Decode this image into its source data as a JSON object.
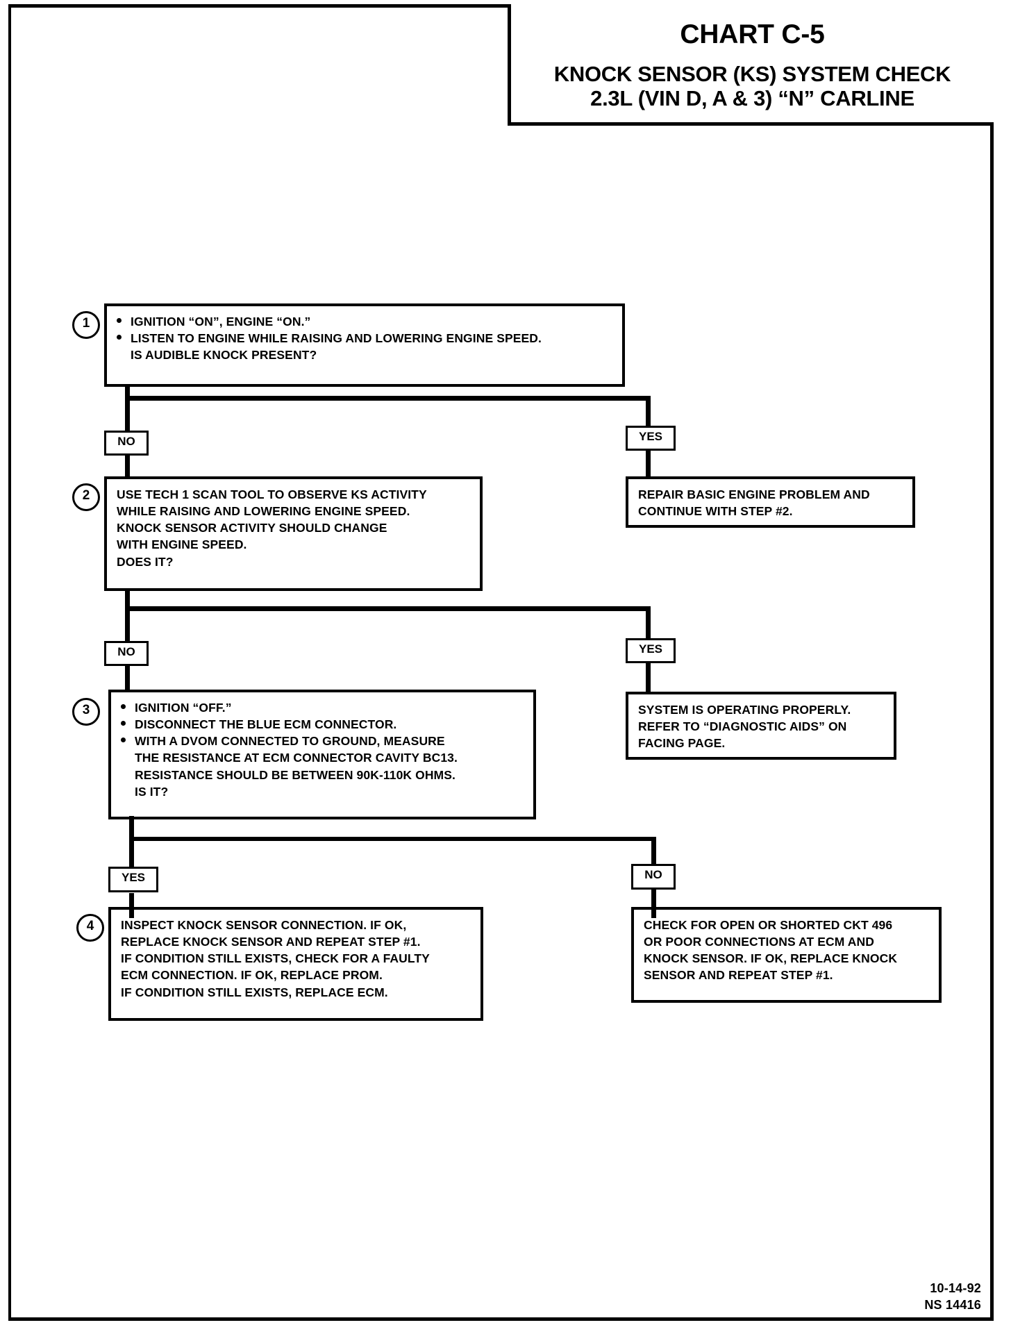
{
  "header": {
    "chart_number": "CHART C-5",
    "title_line1": "KNOCK SENSOR (KS) SYSTEM CHECK",
    "title_line2": "2.3L  (VIN D, A & 3)  “N”  CARLINE"
  },
  "footer": {
    "date": "10-14-92",
    "doc_id": "NS 14416"
  },
  "flow": {
    "step1": {
      "number": "1",
      "lines": [
        {
          "bullet": true,
          "text": "IGNITION “ON”, ENGINE “ON.”"
        },
        {
          "bullet": true,
          "text": "LISTEN TO ENGINE WHILE RAISING AND LOWERING ENGINE SPEED."
        },
        {
          "bullet": false,
          "text": "IS AUDIBLE KNOCK PRESENT?"
        }
      ]
    },
    "step2": {
      "number": "2",
      "lines": [
        {
          "bullet": false,
          "text": "USE TECH 1 SCAN TOOL TO OBSERVE KS ACTIVITY"
        },
        {
          "bullet": false,
          "text": "WHILE RAISING AND LOWERING ENGINE SPEED."
        },
        {
          "bullet": false,
          "text": "KNOCK SENSOR ACTIVITY SHOULD CHANGE"
        },
        {
          "bullet": false,
          "text": "WITH ENGINE SPEED."
        },
        {
          "bullet": false,
          "text": "DOES IT?"
        }
      ]
    },
    "step3": {
      "number": "3",
      "lines": [
        {
          "bullet": true,
          "text": "IGNITION “OFF.”"
        },
        {
          "bullet": true,
          "text": "DISCONNECT THE BLUE ECM CONNECTOR."
        },
        {
          "bullet": true,
          "text": "WITH A DVOM CONNECTED TO GROUND, MEASURE"
        },
        {
          "bullet": false,
          "text": "THE RESISTANCE AT ECM CONNECTOR CAVITY BC13."
        },
        {
          "bullet": false,
          "text": "RESISTANCE SHOULD BE BETWEEN 90K-110K OHMS."
        },
        {
          "bullet": false,
          "text": "IS IT?"
        }
      ]
    },
    "step4": {
      "number": "4",
      "lines": [
        {
          "bullet": false,
          "text": "INSPECT KNOCK SENSOR CONNECTION.  IF OK,"
        },
        {
          "bullet": false,
          "text": "REPLACE KNOCK SENSOR AND REPEAT STEP #1."
        },
        {
          "bullet": false,
          "text": "IF CONDITION STILL EXISTS, CHECK FOR A FAULTY"
        },
        {
          "bullet": false,
          "text": "ECM CONNECTION.  IF OK, REPLACE PROM."
        },
        {
          "bullet": false,
          "text": "IF CONDITION STILL EXISTS, REPLACE ECM."
        }
      ]
    },
    "result1": {
      "lines": [
        {
          "bullet": false,
          "text": "REPAIR BASIC ENGINE PROBLEM AND"
        },
        {
          "bullet": false,
          "text": "CONTINUE WITH STEP #2."
        }
      ]
    },
    "result2": {
      "lines": [
        {
          "bullet": false,
          "text": "SYSTEM IS OPERATING PROPERLY."
        },
        {
          "bullet": false,
          "text": "REFER TO  “DIAGNOSTIC AIDS” ON"
        },
        {
          "bullet": false,
          "text": "FACING PAGE."
        }
      ]
    },
    "result3": {
      "lines": [
        {
          "bullet": false,
          "text": "CHECK FOR OPEN OR SHORTED CKT 496"
        },
        {
          "bullet": false,
          "text": "OR POOR CONNECTIONS AT ECM AND"
        },
        {
          "bullet": false,
          "text": "KNOCK SENSOR.  IF OK, REPLACE KNOCK"
        },
        {
          "bullet": false,
          "text": "SENSOR AND REPEAT STEP #1."
        }
      ]
    },
    "branches": {
      "b1_no": "NO",
      "b1_yes": "YES",
      "b2_no": "NO",
      "b2_yes": "YES",
      "b3_yes": "YES",
      "b3_no": "NO"
    }
  }
}
